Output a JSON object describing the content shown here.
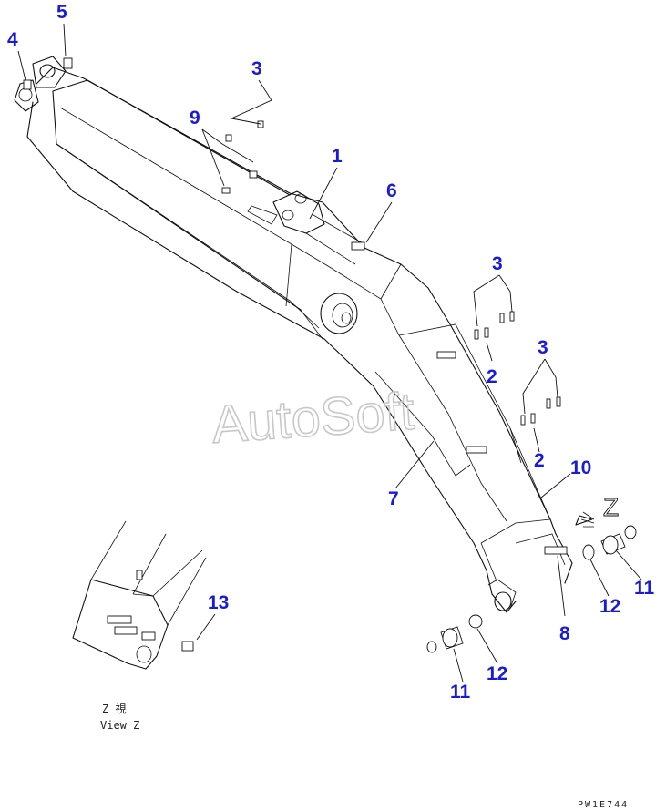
{
  "diagram": {
    "watermark": "AutoSoft",
    "view_marker": "Z",
    "view_caption_line1": "Z  視",
    "view_caption_line2": "View Z",
    "part_code": "PW1E744",
    "callouts": {
      "c1": "1",
      "c2a": "2",
      "c2b": "2",
      "c3a": "3",
      "c3b": "3",
      "c3c": "3",
      "c4": "4",
      "c5": "5",
      "c6": "6",
      "c7": "7",
      "c8": "8",
      "c9": "9",
      "c10": "10",
      "c11a": "11",
      "c11b": "11",
      "c12a": "12",
      "c12b": "12",
      "c13": "13"
    },
    "colors": {
      "callout": "#1a1adb",
      "line": "#111111",
      "watermark": "#c8c8c8"
    }
  }
}
